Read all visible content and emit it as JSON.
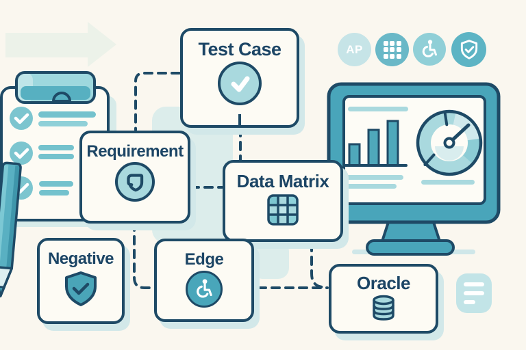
{
  "illustration": {
    "flow_boxes": {
      "test_case": {
        "label": "Test Case",
        "icon": "checkmark-circle"
      },
      "requirement": {
        "label": "Requirement",
        "icon": "shield-mark-circle"
      },
      "data_matrix": {
        "label": "Data Matrix",
        "icon": "grid-3x3"
      },
      "negative": {
        "label": "Negative",
        "icon": "shield-checkmark"
      },
      "edge": {
        "label": "Edge",
        "icon": "wheelchair-circle"
      },
      "oracle": {
        "label": "Oracle",
        "icon": "database-cylinder"
      }
    },
    "badges": {
      "ap": {
        "label": "AP"
      },
      "grid": {
        "icon": "grid-3x3"
      },
      "accessibility": {
        "icon": "wheelchair"
      },
      "shield": {
        "icon": "shield-checkmark"
      }
    },
    "scene": {
      "clipboard_checklist_rows": 3,
      "monitor_bar_heights": [
        31,
        52,
        65
      ],
      "decorations": [
        "faint-right-arrow",
        "pencil",
        "clipboard",
        "monitor-dashboard",
        "notes-card"
      ]
    },
    "colors": {
      "background": "#faf7ef",
      "navy": "#1e4a66",
      "teal": "#49a5ba",
      "teal_light": "#a9d9de",
      "teal_pale": "#cfe9ec",
      "shadow": "#d2e8e9"
    }
  }
}
